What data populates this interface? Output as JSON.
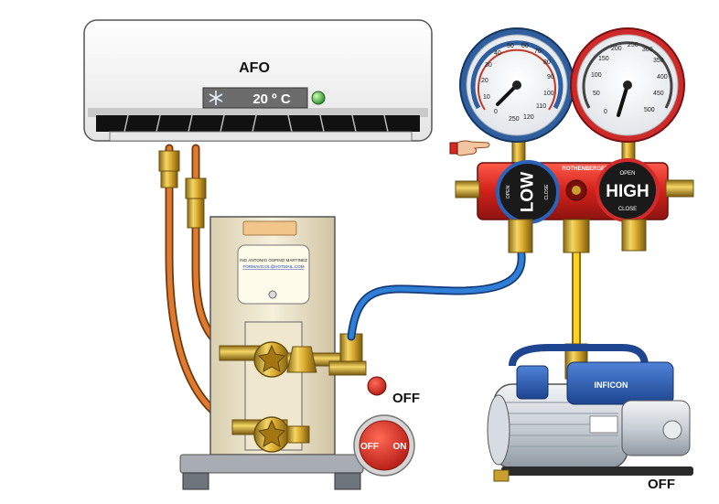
{
  "indoor_unit": {
    "brand": "AFO",
    "display": "20 º C",
    "display_icon": "snowflake-icon",
    "indicator_color": "#3fae3f"
  },
  "outdoor_unit": {
    "author": "ING ANTONIO OSPINO MARTINEZ",
    "email": "FORMAVICOL@HOTMAIL.COM"
  },
  "manifold": {
    "brand": "ROTHENBERGER",
    "low_label": "LOW",
    "high_label": "HIGH",
    "open_label": "OPEN",
    "close_label": "CLOSE",
    "low_color": "#2a63b8",
    "high_color": "#d12a2a"
  },
  "valve_status": "OFF",
  "power_switch": {
    "off_label": "OFF",
    "on_label": "ON",
    "color": "#d9281e"
  },
  "vacuum_pump": {
    "brand": "INFICON",
    "status": "OFF",
    "color": "#2c5fb4"
  },
  "low_gauge_ticks": [
    "0",
    "10",
    "20",
    "30",
    "40",
    "50",
    "60",
    "70",
    "80",
    "90",
    "100",
    "110",
    "120",
    "250"
  ],
  "high_gauge_ticks": [
    "0",
    "50",
    "100",
    "150",
    "200",
    "250",
    "300",
    "350",
    "400",
    "450",
    "500"
  ],
  "pointer_icon": "pointing-hand-icon"
}
